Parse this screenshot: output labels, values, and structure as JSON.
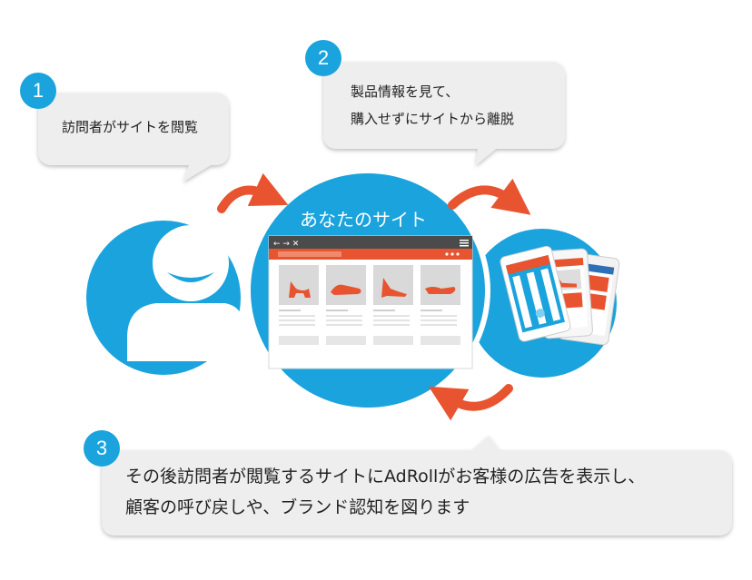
{
  "steps": [
    {
      "number": "1",
      "text_lines": [
        "訪問者がサイトを閲覧"
      ]
    },
    {
      "number": "2",
      "text_lines": [
        "製品情報を見て、",
        "購入せずにサイトから離脱"
      ]
    },
    {
      "number": "3",
      "text_lines": [
        "その後訪問者が閲覧するサイトにAdRollがお客様の広告を表示し、",
        "顧客の呼び戻しや、ブランド認知を図ります"
      ]
    }
  ],
  "site": {
    "title": "あなたのサイト"
  },
  "colors": {
    "blue": "#1aa3dd",
    "orange": "#e8542f",
    "bubble": "#eeeeee",
    "text": "#222222"
  },
  "icons": [
    "user-avatar-icon",
    "browser-window-icon",
    "shoe-icon",
    "mobile-devices-icon",
    "curved-arrow-icon"
  ]
}
